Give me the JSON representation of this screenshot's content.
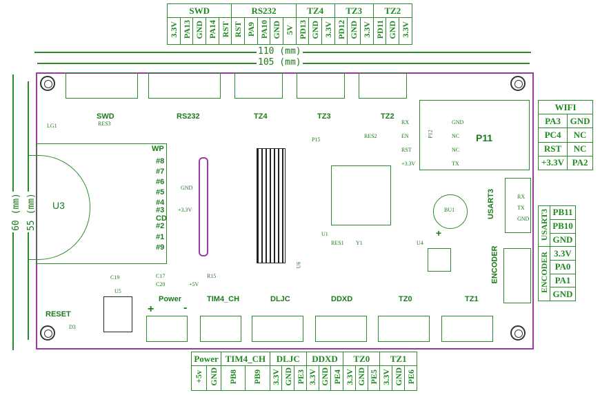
{
  "top_table": {
    "groups": [
      {
        "name": "SWD",
        "pins": [
          "3.3V",
          "PA13",
          "GND",
          "PA14",
          "RST"
        ]
      },
      {
        "name": "RS232",
        "pins": [
          "RST",
          "PA9",
          "PA10",
          "GND",
          "5V"
        ]
      },
      {
        "name": "TZ4",
        "pins": [
          "PD13",
          "GND",
          "3.3V"
        ]
      },
      {
        "name": "TZ3",
        "pins": [
          "PD12",
          "GND",
          "3.3V"
        ]
      },
      {
        "name": "TZ2",
        "pins": [
          "PD11",
          "GND",
          "3.3V"
        ]
      }
    ]
  },
  "bottom_table": {
    "groups": [
      {
        "name": "Power",
        "pins": [
          "+5v",
          "GND"
        ]
      },
      {
        "name": "TIM4_CH",
        "pins": [
          "PB8",
          "PB9"
        ]
      },
      {
        "name": "DLJC",
        "pins": [
          "3.3V",
          "GND",
          "PE3"
        ]
      },
      {
        "name": "DDXD",
        "pins": [
          "3.3V",
          "GND",
          "PE4"
        ]
      },
      {
        "name": "TZ0",
        "pins": [
          "3.3V",
          "GND",
          "PE5"
        ]
      },
      {
        "name": "TZ1",
        "pins": [
          "3.3V",
          "GND",
          "PE6"
        ]
      }
    ]
  },
  "wifi_table": {
    "title": "WIFI",
    "rows": [
      [
        "PA3",
        "GND"
      ],
      [
        "PC4",
        "NC"
      ],
      [
        "RST",
        "NC"
      ],
      [
        "+3.3V",
        "PA2"
      ]
    ]
  },
  "usart_table": {
    "usart_label": "USART3",
    "usart_pins": [
      "PB11",
      "PB10",
      "GND"
    ],
    "encoder_label": "ENCODER",
    "encoder_pins": [
      "3.3V",
      "PA0",
      "PA1",
      "GND"
    ]
  },
  "dimensions": {
    "width_outer": "110 (mm)",
    "width_inner": "105 (mm)",
    "height_outer": "60 (mm)",
    "height_inner": "55 (mm)"
  },
  "labels": [
    "SWD",
    "RS232",
    "TZ4",
    "TZ3",
    "TZ2",
    "P11",
    "U3",
    "WP",
    "#8",
    "#7",
    "#6",
    "#5",
    "#4",
    "#3",
    "CD",
    "#2",
    "#1",
    "#9",
    "LG1",
    "RES3",
    "GND",
    "+3.3V",
    "U5",
    "RESET",
    "D3",
    "Power",
    "TIM4_CH",
    "DLJC",
    "DDXD",
    "TZ0",
    "TZ1",
    "ENCODER",
    "USART3",
    "U4",
    "BU1",
    "U1",
    "Y1",
    "RES1",
    "RES2",
    "P15",
    "P12",
    "+5V",
    "R15",
    "C19",
    "C17",
    "C20",
    "U6",
    "+",
    "-",
    "+"
  ],
  "p11_left": [
    "RX",
    "EN",
    "RST",
    "+3.3V"
  ],
  "p11_right": [
    "GND",
    "NC",
    "NC",
    "TX"
  ],
  "usart_conn": [
    "RX",
    "TX",
    "GND"
  ]
}
